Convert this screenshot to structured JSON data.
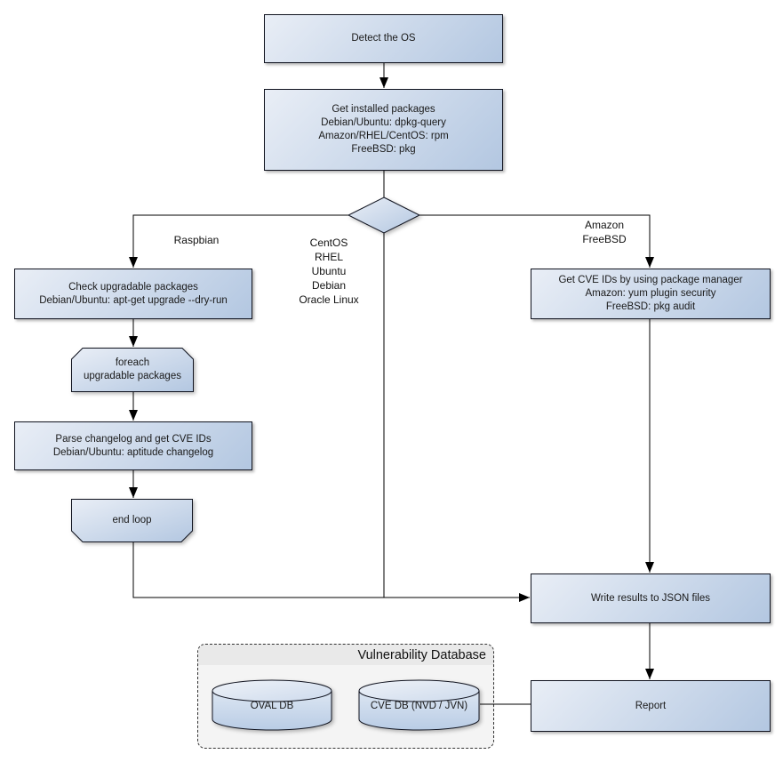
{
  "colors": {
    "canvas_bg": "#ffffff",
    "node_light": "#e9eef6",
    "node_dark": "#b3c7e1",
    "node_border": "#10131f",
    "cyl_top_light": "#eef2f8",
    "cyl_top_dark": "#cddaec",
    "cyl_body_light": "#dce6f2",
    "cyl_body_dark": "#b9cce5",
    "line": "#000000",
    "text": "#1a1a1a",
    "container_bg": "#f4f4f4",
    "container_header": "#e9e9e9",
    "container_border": "#333333"
  },
  "nodes": {
    "detect_os": {
      "label": "Detect the OS"
    },
    "get_installed": {
      "lines": [
        "Get installed packages",
        "Debian/Ubuntu: dpkg-query",
        "Amazon/RHEL/CentOS: rpm",
        "FreeBSD: pkg"
      ]
    },
    "check_upgradable": {
      "lines": [
        "Check upgradable packages",
        "Debian/Ubuntu: apt-get upgrade --dry-run"
      ]
    },
    "foreach_loop": {
      "lines": [
        "foreach",
        "upgradable  packages"
      ]
    },
    "parse_changelog": {
      "lines": [
        "Parse changelog and get  CVE IDs",
        "Debian/Ubuntu: aptitude changelog"
      ]
    },
    "end_loop": {
      "label": "end loop"
    },
    "get_cve_ids": {
      "lines": [
        "Get CVE IDs by using package manager",
        "Amazon: yum plugin security",
        "FreeBSD: pkg audit"
      ]
    },
    "write_results": {
      "label": "Write results to JSON files"
    },
    "report": {
      "label": "Report"
    },
    "oval_db": {
      "label": "OVAL DB"
    },
    "cve_db": {
      "label": "CVE DB (NVD / JVN)"
    }
  },
  "edge_labels": {
    "raspbian": "Raspbian",
    "middle_os": [
      "CentOS",
      "RHEL",
      "Ubuntu",
      "Debian",
      "Oracle Linux"
    ],
    "right_os": [
      "Amazon",
      "FreeBSD"
    ]
  },
  "container": {
    "title": "Vulnerability Database"
  }
}
